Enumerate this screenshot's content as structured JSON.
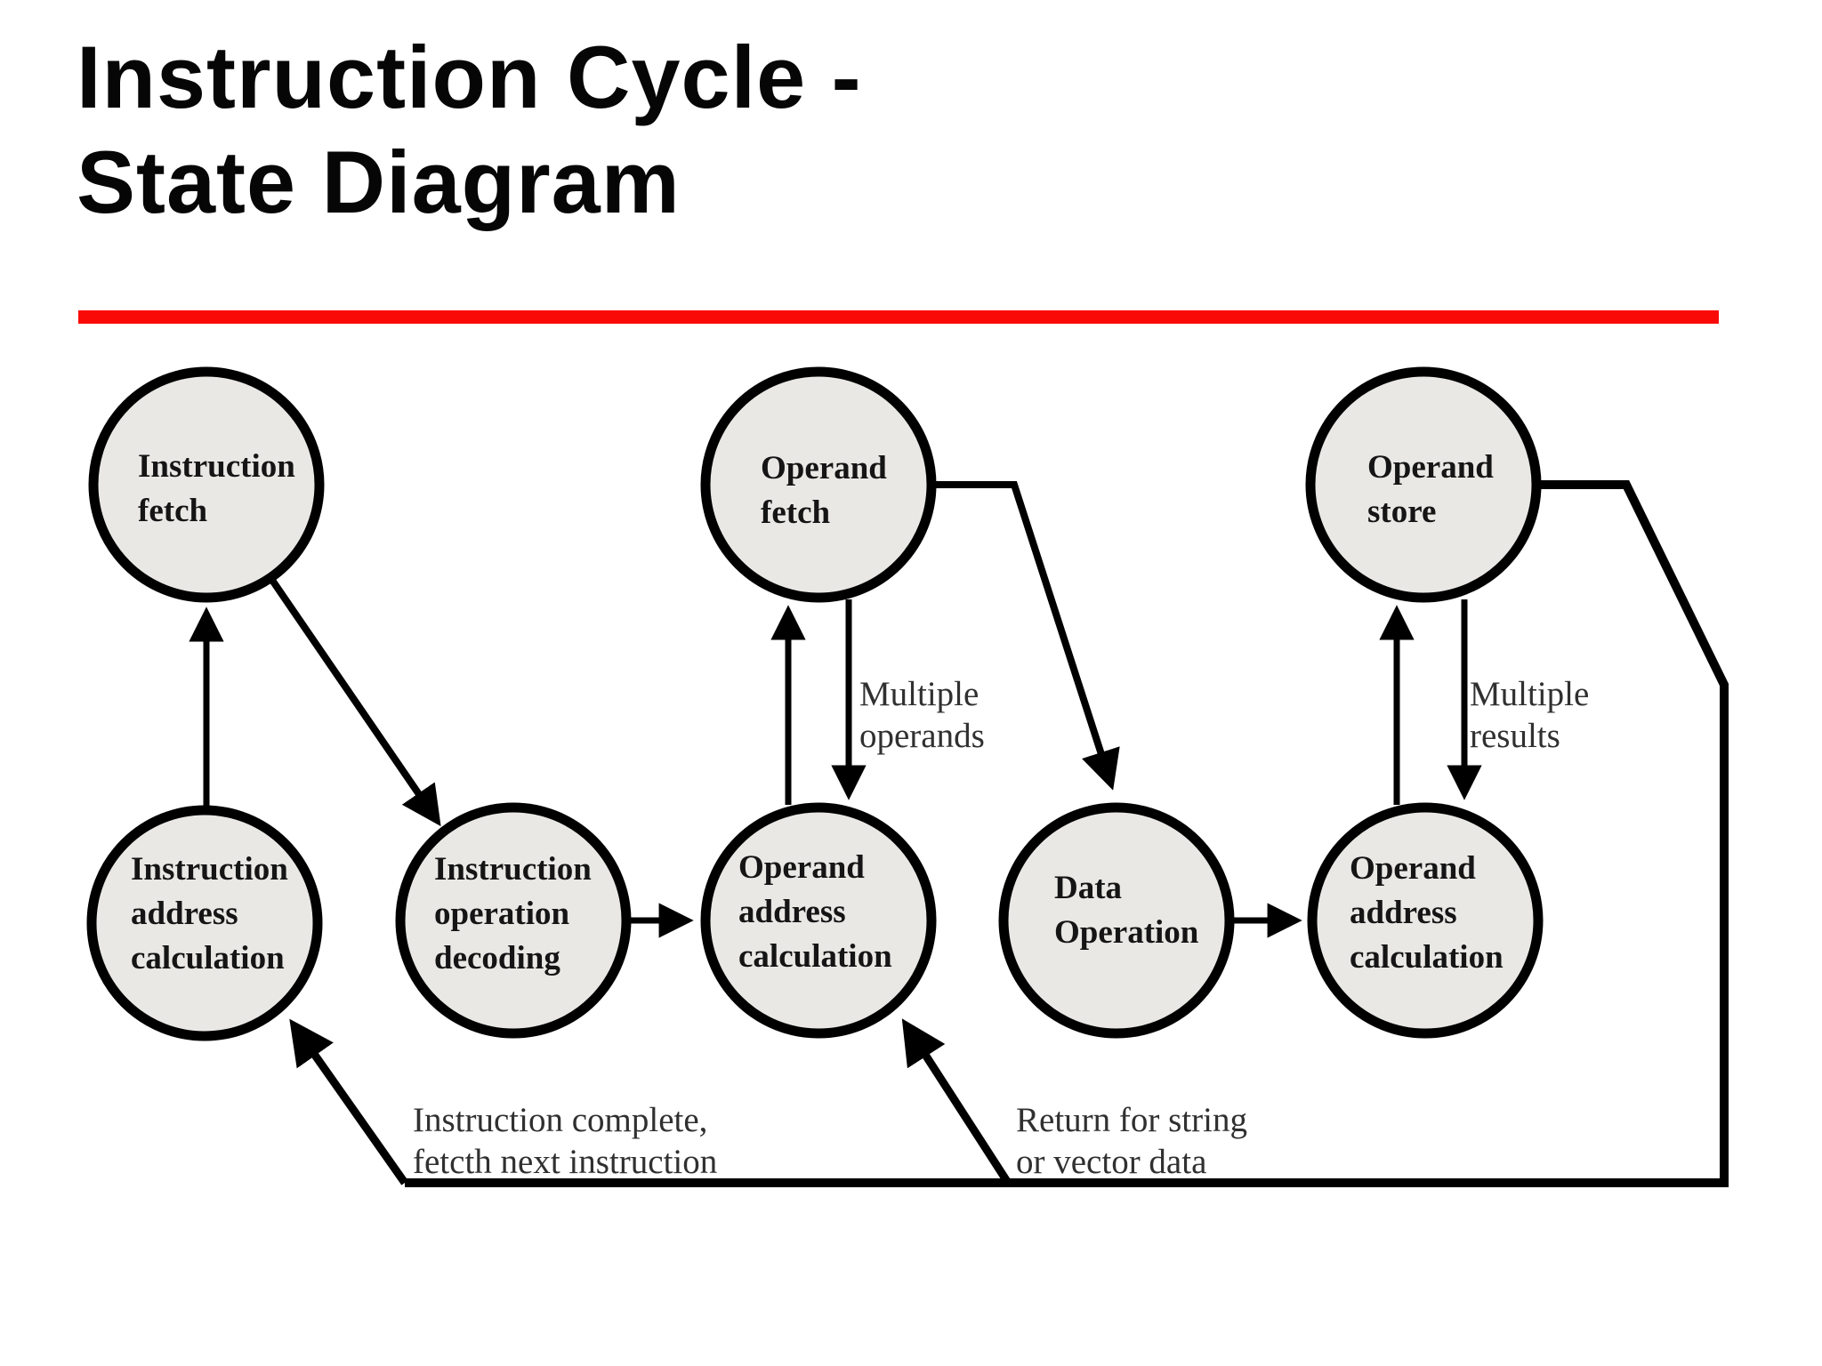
{
  "slide": {
    "title": {
      "line1": "Instruction Cycle -",
      "line2": "State Diagram"
    },
    "accent_color": "#fa0a06",
    "node_fill": "#e9e8e5",
    "line_color": "#000000"
  },
  "nodes": [
    {
      "id": "instruction-fetch",
      "lines": [
        "Instruction",
        "fetch"
      ]
    },
    {
      "id": "operand-fetch",
      "lines": [
        "Operand",
        "fetch"
      ]
    },
    {
      "id": "operand-store",
      "lines": [
        "Operand",
        "store"
      ]
    },
    {
      "id": "instruction-address-calculation",
      "lines": [
        "Instruction",
        "address",
        "calculation"
      ]
    },
    {
      "id": "instruction-operation-decoding",
      "lines": [
        "Instruction",
        "operation",
        "decoding"
      ]
    },
    {
      "id": "operand-address-calculation-left",
      "lines": [
        "Operand",
        "address",
        "calculation"
      ]
    },
    {
      "id": "data-operation",
      "lines": [
        "Data",
        "Operation"
      ]
    },
    {
      "id": "operand-address-calculation-right",
      "lines": [
        "Operand",
        "address",
        "calculation"
      ]
    }
  ],
  "edge_labels": [
    {
      "id": "multiple-operands",
      "lines": [
        "Multiple",
        "operands"
      ]
    },
    {
      "id": "multiple-results",
      "lines": [
        "Multiple",
        "results"
      ]
    },
    {
      "id": "instruction-complete",
      "lines": [
        "Instruction complete,",
        "fetcth next instruction"
      ]
    },
    {
      "id": "return-string-vector",
      "lines": [
        "Return for string",
        "or vector data"
      ]
    }
  ]
}
